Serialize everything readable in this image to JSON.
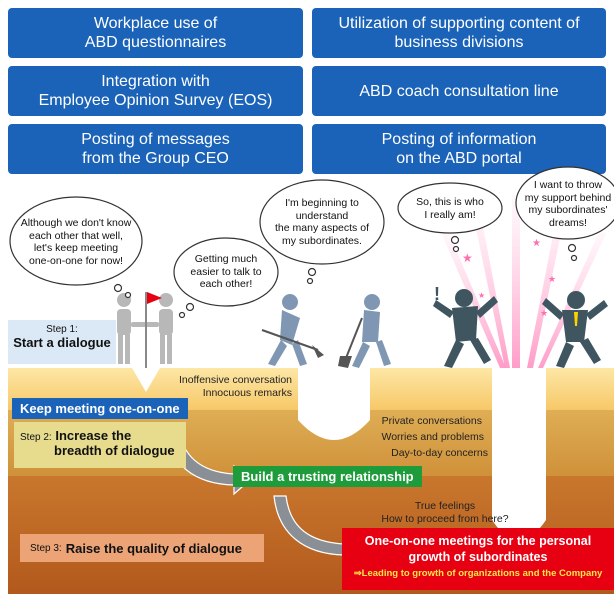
{
  "boxes": {
    "b1": "Workplace use of\nABD questionnaires",
    "b2": "Utilization of supporting content of\nbusiness divisions",
    "b3": "Integration with\nEmployee Opinion Survey (EOS)",
    "b4": "ABD coach consultation line",
    "b5": "Posting of messages\nfrom the Group CEO",
    "b6": "Posting of information\non the ABD portal"
  },
  "bubbles": {
    "q1": "Although we don't know\neach other that well,\nlet's keep meeting\none-on-one for now!",
    "q2": "Getting much\neasier to talk to\neach other!",
    "q3": "I'm beginning to\nunderstand\nthe many aspects of\nmy subordinates.",
    "q4": "So, this is who\nI really am!",
    "q5": "I want to throw\nmy support behind\nmy subordinates'\ndreams!"
  },
  "steps": {
    "s1_small": "Step 1:",
    "s1_bold": "Start a dialogue",
    "s2_small": "Step 2:",
    "s2_bold": "Increase the",
    "s2_bold2": "breadth of dialogue",
    "s3_small": "Step 3:",
    "s3_bold": "Raise the quality of dialogue"
  },
  "layers": {
    "l1": "Inoffensive conversation\nInnocuous remarks",
    "l2a": "Private conversations",
    "l2b": "Worries and problems",
    "l2c": "Day-to-day concerns",
    "l3": "True feelings\nHow to proceed from here?"
  },
  "labels": {
    "keep": "Keep meeting one-on-one",
    "trust": "Build a trusting relationship",
    "red1": "One-on-one meetings for the personal",
    "red2": "growth of subordinates",
    "red3": "⇒Leading to growth of organizations and the Company"
  },
  "colors": {
    "box_blue": "#1a63b8",
    "layer1": "#fbd98a",
    "layer2": "#d6a24a",
    "layer3": "#bf6a24",
    "green": "#1e9b3a",
    "red": "#e60012"
  }
}
